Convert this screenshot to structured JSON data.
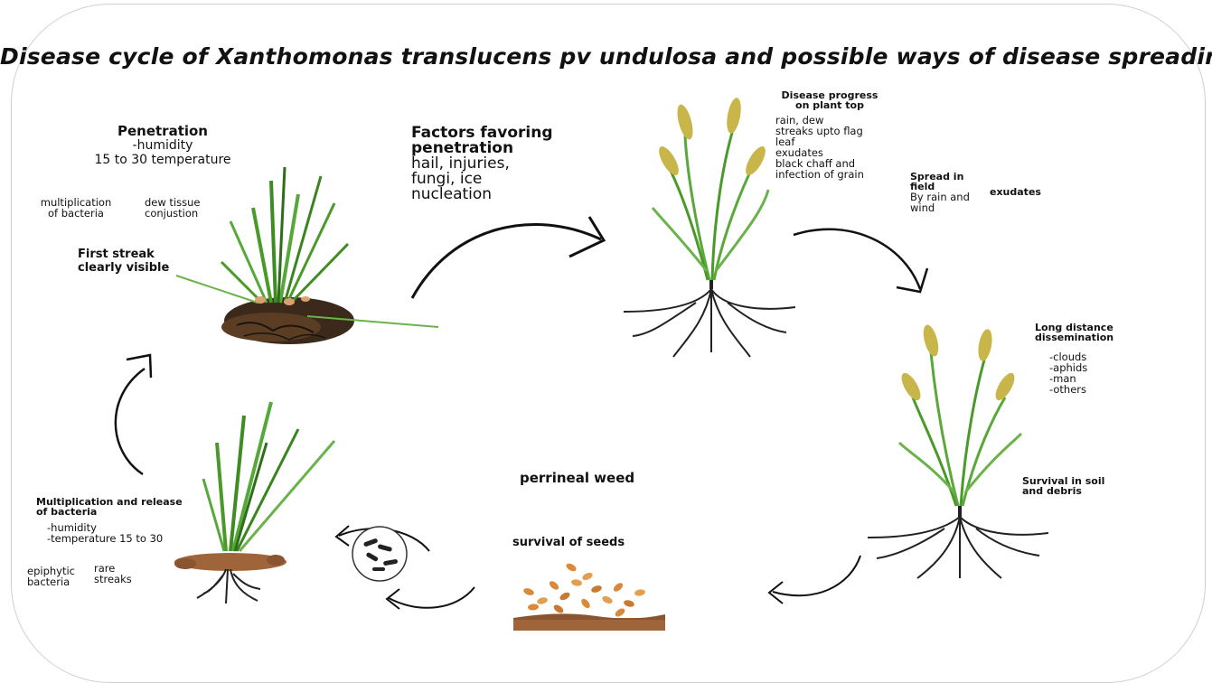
{
  "title": "Disease cycle of Xanthomonas translucens pv undulosa and possible ways of disease spreading",
  "penetration": {
    "heading": "Penetration",
    "line1": "-humidity",
    "line2": "15 to 30 temperature"
  },
  "multiplication_of_bacteria": [
    "multiplication",
    "of bacteria"
  ],
  "dew_tissue": [
    "dew tissue",
    "conjustion"
  ],
  "first_streak": [
    "First streak",
    "clearly visible"
  ],
  "factors": {
    "heading": [
      "Factors favoring",
      "penetration"
    ],
    "body": [
      "hail, injuries,",
      "fungi, ice",
      "nucleation"
    ]
  },
  "disease_progress": {
    "heading": [
      "Disease progress",
      "on plant top"
    ],
    "items": [
      "rain, dew",
      "streaks upto flag",
      "leaf",
      "exudates",
      "black chaff and",
      "infection of grain"
    ]
  },
  "spread_in_field": {
    "heading": [
      "Spread in",
      "field"
    ],
    "body": [
      "By rain and",
      "wind"
    ],
    "exudates": "exudates"
  },
  "long_distance": {
    "heading": [
      "Long distance",
      "dissemination"
    ],
    "items": [
      "-clouds",
      "-aphids",
      "-man",
      "-others"
    ]
  },
  "survival_soil": [
    "Survival in soil",
    "and debris"
  ],
  "perrineal_weed": "perrineal weed",
  "survival_seeds": "survival of seeds",
  "multiplication_release": {
    "heading": [
      "Multiplication and release",
      "of bacteria"
    ],
    "items": [
      "-humidity",
      "-temperature 15 to 30"
    ]
  },
  "epiphytic": [
    "epiphytic",
    "bacteria"
  ],
  "rare_streaks": [
    "rare",
    "streaks"
  ],
  "colors": {
    "leaf_green": "#4a9a2a",
    "dark_green": "#2f6d1a",
    "wheat_gold": "#c9b64a",
    "soil": "#a0643a",
    "roots": "#222222",
    "seed": "#d9893a"
  }
}
